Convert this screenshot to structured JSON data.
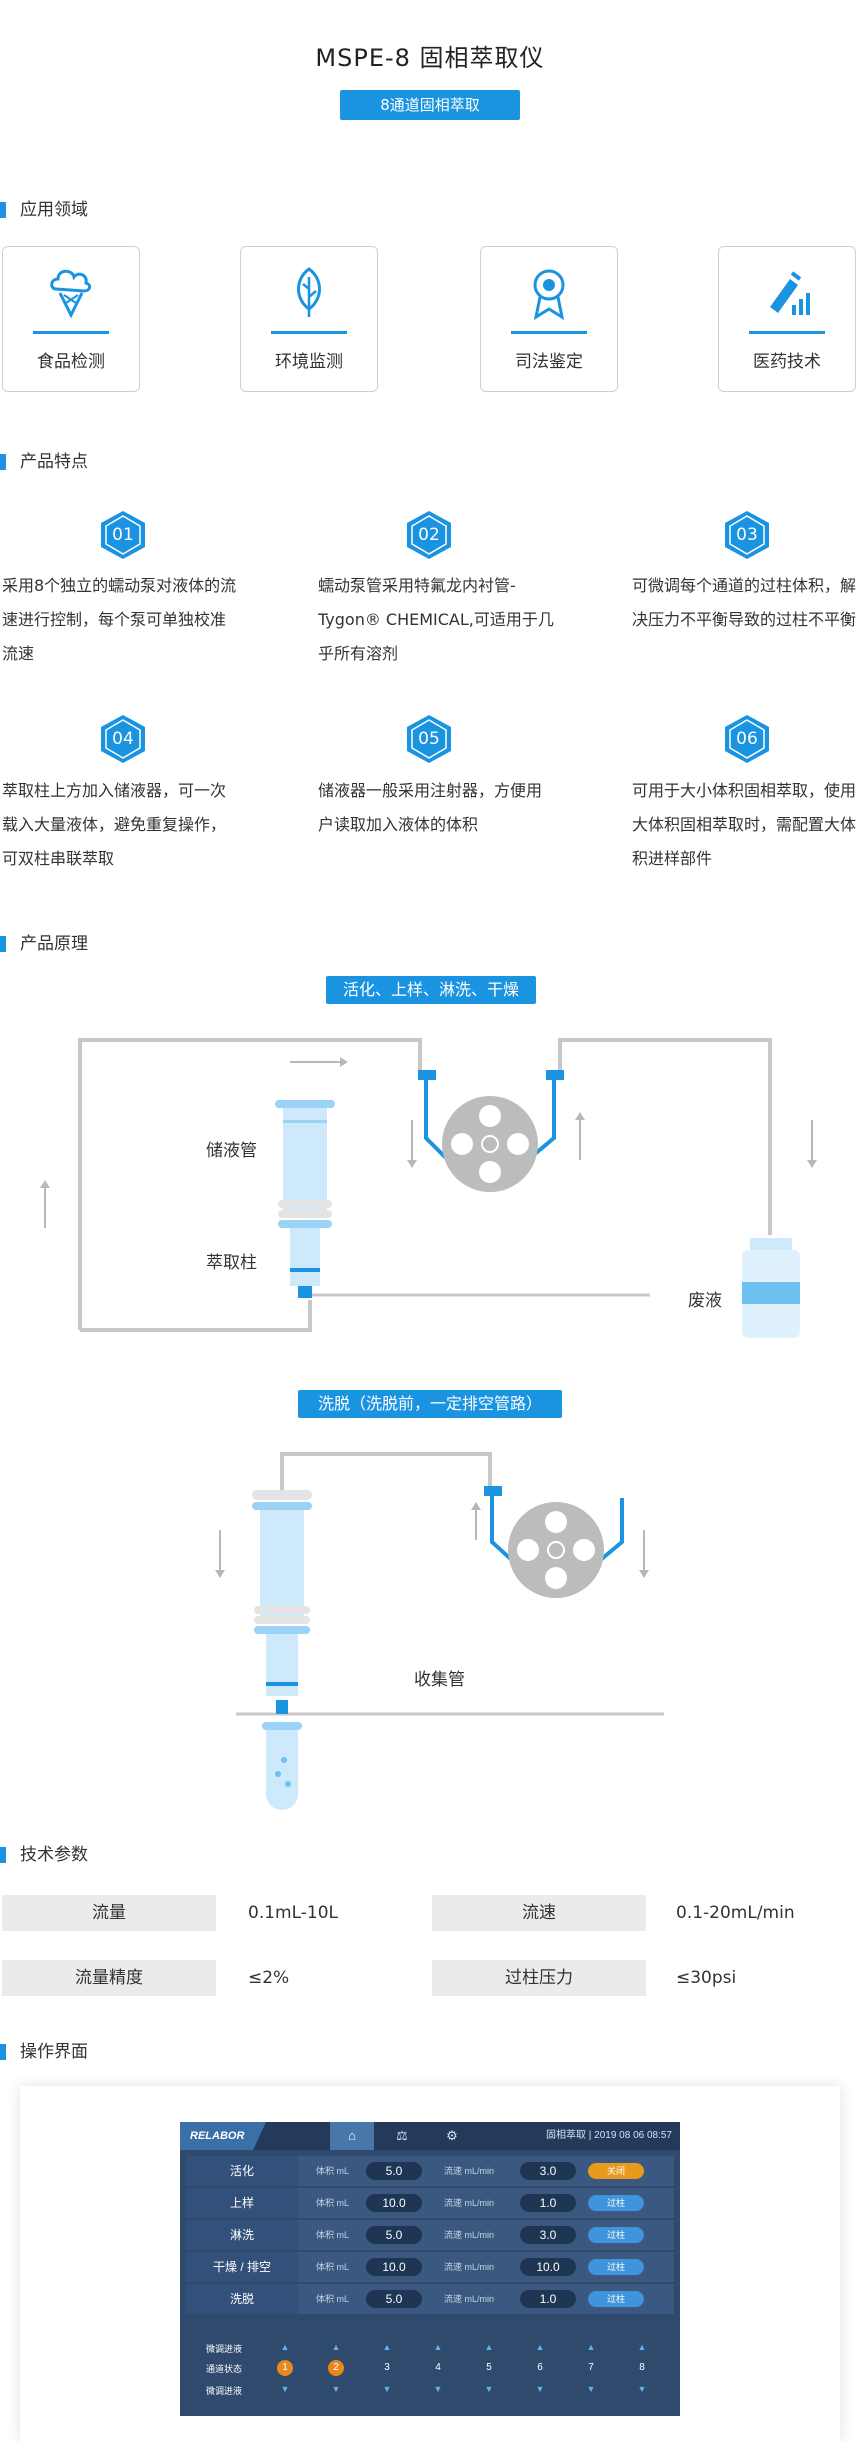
{
  "header": {
    "title": "MSPE-8 固相萃取仪",
    "subtitle": "8通道固相萃取"
  },
  "sections": {
    "application": "应用领域",
    "features": "产品特点",
    "principle": "产品原理",
    "specs": "技术参数",
    "interface": "操作界面"
  },
  "applications": [
    {
      "label": "食品检测",
      "icon": "ice-cream-icon"
    },
    {
      "label": "环境监测",
      "icon": "leaf-icon"
    },
    {
      "label": "司法鉴定",
      "icon": "award-medal-icon"
    },
    {
      "label": "医药技术",
      "icon": "syringe-chart-icon"
    }
  ],
  "features": [
    {
      "num": "01",
      "text": "采用8个独立的蠕动泵对液体的流速进行控制，每个泵可单独校准流速"
    },
    {
      "num": "02",
      "text": "蠕动泵管采用特氟龙内衬管-Tygon® CHEMICAL,可适用于几乎所有溶剂"
    },
    {
      "num": "03",
      "text": "可微调每个通道的过柱体积，解决压力不平衡导致的过柱不平衡"
    },
    {
      "num": "04",
      "text": "萃取柱上方加入储液器，可一次载入大量液体，避免重复操作，可双柱串联萃取"
    },
    {
      "num": "05",
      "text": "储液器一般采用注射器，方便用户读取加入液体的体积"
    },
    {
      "num": "06",
      "text": "可用于大小体积固相萃取，使用大体积固相萃取时，需配置大体积进样部件"
    }
  ],
  "principle": {
    "diagram1": {
      "title": "活化、上样、淋洗、干燥",
      "reservoir": "储液管",
      "column": "萃取柱",
      "waste": "废液"
    },
    "diagram2": {
      "title": "洗脱（洗脱前，一定排空管路）",
      "collector": "收集管"
    }
  },
  "specs": [
    {
      "key": "流量",
      "value": "0.1mL-10L"
    },
    {
      "key": "流速",
      "value": "0.1-20mL/min"
    },
    {
      "key": "流量精度",
      "value": "≤2%"
    },
    {
      "key": "过柱压力",
      "value": "≤30psi"
    }
  ],
  "ui": {
    "logo": "RELABOR",
    "tabs": [
      {
        "icon": "home-icon",
        "glyph": "⌂"
      },
      {
        "icon": "balance-icon",
        "glyph": "⚖"
      },
      {
        "icon": "gear-icon",
        "glyph": "⚙"
      }
    ],
    "header_info": "固相萃取 | 2019 08 06 08:57",
    "volume_label": "体积 mL",
    "speed_label": "流速 mL/min",
    "rows": [
      {
        "name": "活化",
        "volume": "5.0",
        "speed": "3.0",
        "button": "关闭",
        "color": "#e89a1c"
      },
      {
        "name": "上样",
        "volume": "10.0",
        "speed": "1.0",
        "button": "过柱",
        "color": "#3e95db"
      },
      {
        "name": "淋洗",
        "volume": "5.0",
        "speed": "3.0",
        "button": "过柱",
        "color": "#3e95db"
      },
      {
        "name": "干燥 / 排空",
        "volume": "10.0",
        "speed": "10.0",
        "button": "过柱",
        "color": "#3e95db"
      },
      {
        "name": "洗脱",
        "volume": "5.0",
        "speed": "1.0",
        "button": "过柱",
        "color": "#3e95db"
      }
    ],
    "adjust_up": "微调进液",
    "channel_status": "通道状态",
    "adjust_down": "微调进液",
    "channels": [
      "1",
      "2",
      "3",
      "4",
      "5",
      "6",
      "7",
      "8"
    ]
  },
  "colors": {
    "accent": "#1a93e0",
    "ui_bg": "#2f4a6d",
    "active_channel": "#e8891c"
  }
}
